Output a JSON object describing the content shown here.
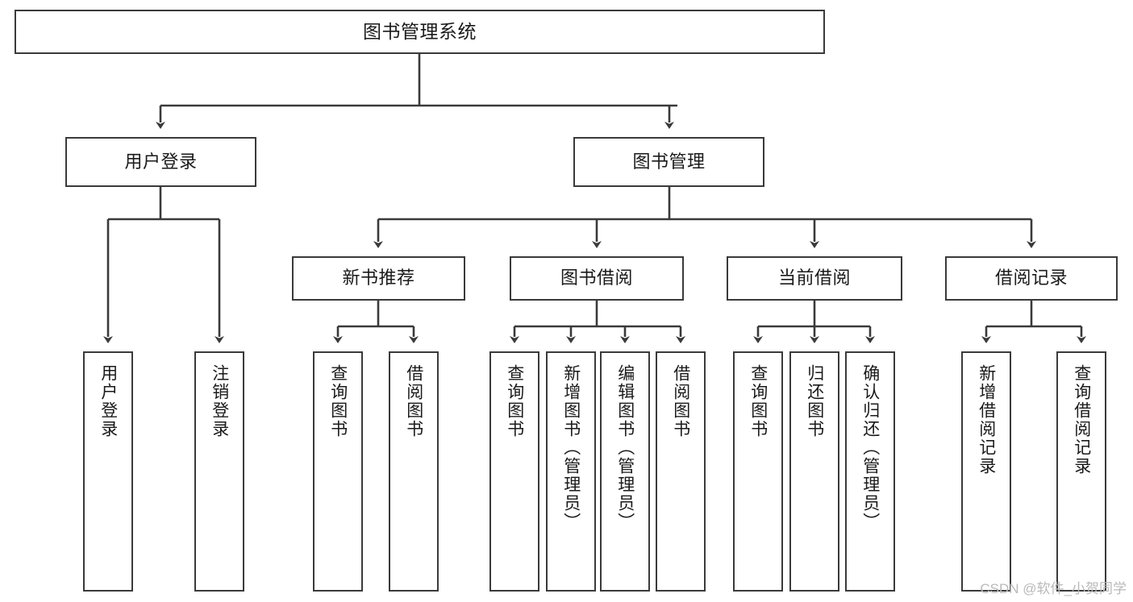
{
  "diagram": {
    "type": "tree-hierarchy-chart",
    "title": "图书管理系统",
    "line_color": "#3a3a3a",
    "box_fill": "#ffffff",
    "text_color": "#1a1a1a",
    "watermark": "CSDN @软件_小贺同学"
  },
  "nodes": {
    "root": {
      "label": "图书管理系统"
    },
    "level1": [
      {
        "label": "用户登录"
      },
      {
        "label": "图书管理"
      }
    ],
    "level2": [
      {
        "label": "新书推荐"
      },
      {
        "label": "图书借阅"
      },
      {
        "label": "当前借阅"
      },
      {
        "label": "借阅记录"
      }
    ],
    "leaves": {
      "user_login": [
        {
          "label": "用户登录"
        },
        {
          "label": "注销登录"
        }
      ],
      "new_book_recommend": [
        {
          "label": "查询图书"
        },
        {
          "label": "借阅图书"
        }
      ],
      "book_borrow": [
        {
          "label": "查询图书"
        },
        {
          "label": "新增图书（管理员）"
        },
        {
          "label": "编辑图书（管理员）"
        },
        {
          "label": "借阅图书"
        }
      ],
      "current_borrow": [
        {
          "label": "查询图书"
        },
        {
          "label": "归还图书"
        },
        {
          "label": "确认归还（管理员）"
        }
      ],
      "borrow_record": [
        {
          "label": "新增借阅记录"
        },
        {
          "label": "查询借阅记录"
        }
      ]
    }
  }
}
